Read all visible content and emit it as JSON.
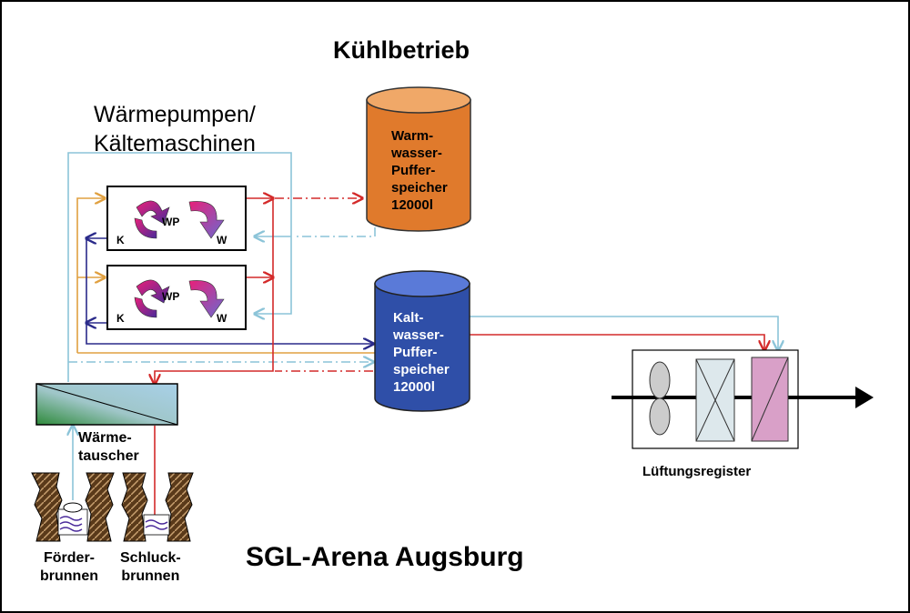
{
  "title": "Kühlbetrieb",
  "subtitle": "SGL-Arena Augsburg",
  "heat_pumps": {
    "label_line1": "Wärmepumpen/",
    "label_line2": "Kältemaschinen",
    "units": [
      {
        "wp": "WP",
        "k": "K",
        "w": "W"
      },
      {
        "wp": "WP",
        "k": "K",
        "w": "W"
      }
    ]
  },
  "warm_tank": {
    "lines": [
      "Warm-",
      "wasser-",
      "Puffer-",
      "speicher",
      "12000l"
    ],
    "color": "#e07a2c"
  },
  "cold_tank": {
    "lines": [
      "Kalt-",
      "wasser-",
      "Puffer-",
      "speicher",
      "12000l"
    ],
    "color": "#2f4fa8"
  },
  "heat_exchanger": {
    "lines": [
      "Wärme-",
      "tauscher"
    ]
  },
  "wells": {
    "supply": [
      "Förder-",
      "brunnen"
    ],
    "return": [
      "Schluck-",
      "brunnen"
    ]
  },
  "ventilation": {
    "label": "Lüftungsregister"
  },
  "colors": {
    "red": "#d42a2a",
    "light_blue": "#8cc4d8",
    "orange": "#e0a040",
    "dark_blue": "#2a2a8a"
  }
}
